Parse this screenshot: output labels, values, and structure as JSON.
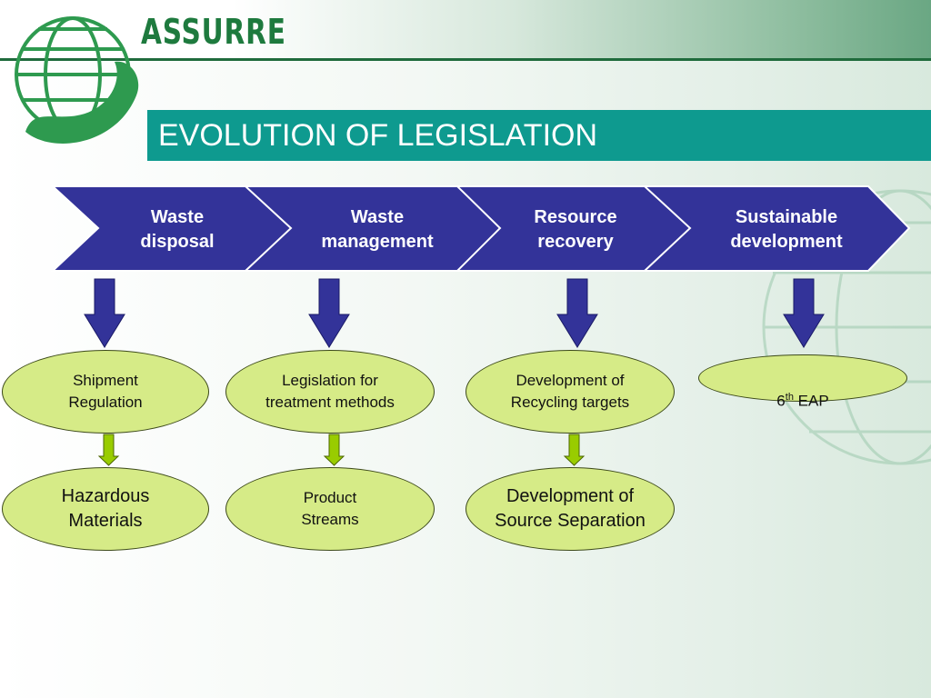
{
  "logo": {
    "text": "ASSURRE"
  },
  "title": "EVOLUTION OF LEGISLATION",
  "stages": [
    {
      "label": "Waste\ndisposal"
    },
    {
      "label": "Waste\nmanagement"
    },
    {
      "label": "Resource\nrecovery"
    },
    {
      "label": "Sustainable\ndevelopment"
    }
  ],
  "level1": [
    {
      "text": "Shipment\nRegulation"
    },
    {
      "text": "Legislation for\ntreatment methods"
    },
    {
      "text": "Development of\nRecycling targets"
    },
    {
      "text": "6",
      "sup": "th",
      "rest": " EAP"
    }
  ],
  "level2": [
    {
      "text": "Hazardous\nMaterials"
    },
    {
      "text": "Product\nStreams"
    },
    {
      "text": "Development of\nSource Separation"
    }
  ],
  "colors": {
    "chevron": "#333399",
    "down_arrow": "#333399",
    "small_arrow": "#99cc00",
    "oval_fill": "#d6eb87",
    "title_bar": "#0e9a8f",
    "logo": "#1e7a3e"
  }
}
